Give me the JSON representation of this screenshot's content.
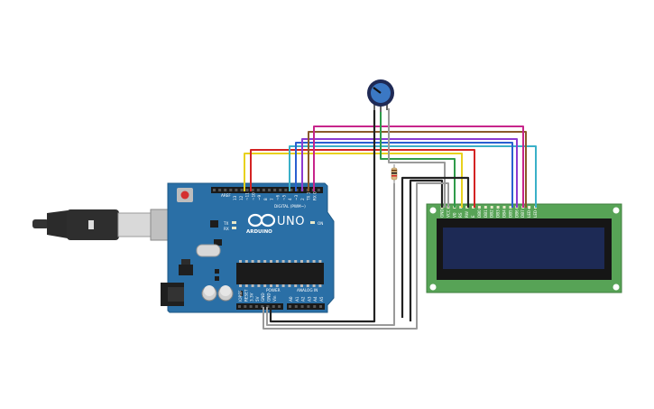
{
  "arduino": {
    "model": "UNO",
    "brand": "ARDUINO",
    "digital_label": "DIGITAL (PWM~)",
    "power_label": "POWER",
    "analog_label": "ANALOG IN",
    "tx": "TX",
    "rx": "RX",
    "on": "ON",
    "aref": "AREF",
    "gnd": "GND",
    "digital_pins": [
      "13",
      "12",
      "~11",
      "~10",
      "~9",
      "8",
      "7",
      "~6",
      "~5",
      "4",
      "~3",
      "2",
      "TX 1",
      "RX 0"
    ],
    "power_pins": [
      "IOREF",
      "RESET",
      "3.3V",
      "5V",
      "GND",
      "GND",
      "Vin"
    ],
    "analog_pins": [
      "A0",
      "A1",
      "A2",
      "A3",
      "A4",
      "A5"
    ]
  },
  "lcd": {
    "pins": [
      "GND",
      "VCC",
      "V0",
      "RS",
      "RW",
      "E",
      "DB0",
      "DB1",
      "DB2",
      "DB3",
      "DB4",
      "DB5",
      "DB6",
      "DB7",
      "LED+",
      "LED-"
    ]
  },
  "colors": {
    "board": "#2a6fa6",
    "lcd_pcb": "#57a356",
    "lcd_screen": "#1d2a55",
    "wire_red": "#d42323",
    "wire_orange": "#e89b1d",
    "wire_yellow": "#e8d11d",
    "wire_green": "#2f9b4a",
    "wire_cyan": "#3ab0c8",
    "wire_blue": "#2a5fd0",
    "wire_purple": "#8d3ad0",
    "wire_magenta": "#c7258b",
    "wire_brown": "#8a5a2a",
    "wire_black": "#222222",
    "wire_gray": "#9a9a9a"
  }
}
